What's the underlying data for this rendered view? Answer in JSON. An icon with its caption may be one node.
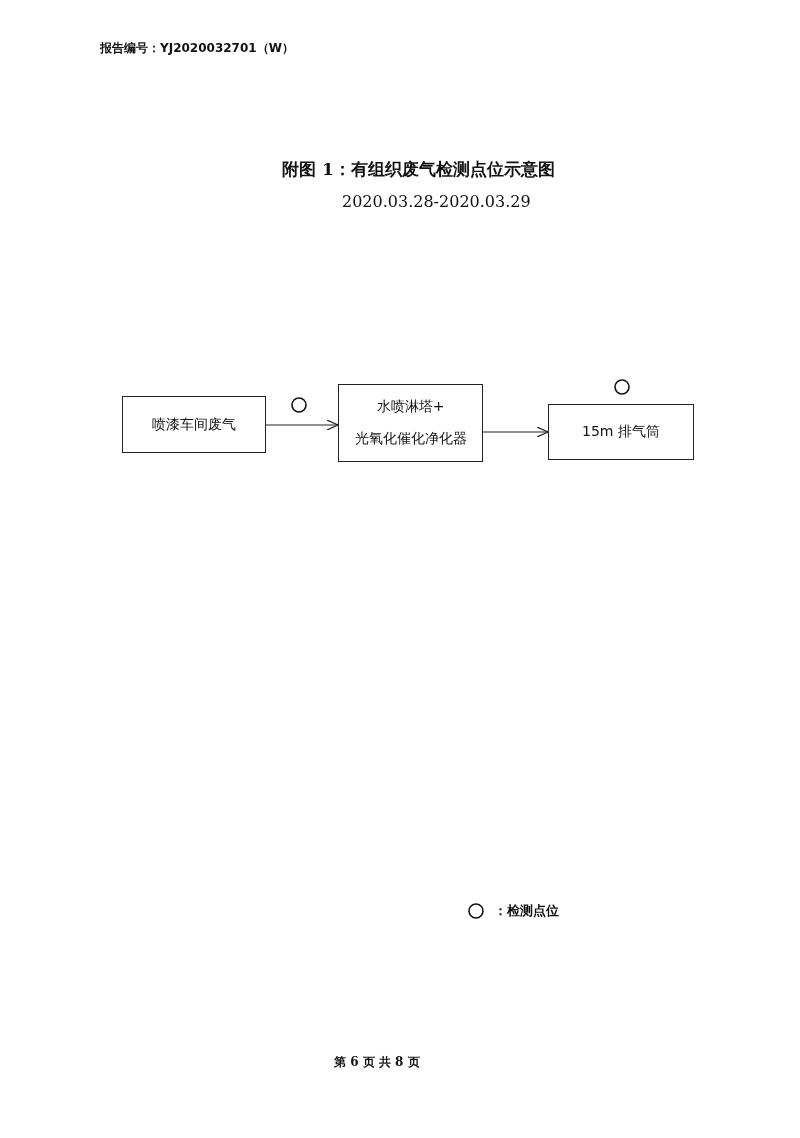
{
  "diagram": {
    "title": "附图 1：有组织废气检测点位示意图",
    "nodes": [
      {
        "text": [
          "喷漆车间废气"
        ]
      },
      {
        "text": [
          "水喷淋塔+",
          "光氧化催化净化器"
        ]
      },
      {
        "text": [
          "15m 排气筒"
        ]
      }
    ],
    "edges": [
      {
        "from": 0,
        "to": 1,
        "arrow": "to"
      },
      {
        "from": 1,
        "to": 2,
        "arrow": "to"
      }
    ],
    "labels": [
      "报告编号：YJ2020032701（W）",
      "2020.03.28-2020.03.29",
      "第 6 页 共 8 页"
    ],
    "legend": [
      {
        "text": "：检测点位"
      }
    ]
  }
}
